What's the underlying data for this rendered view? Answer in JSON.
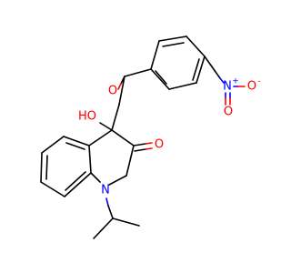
{
  "molecule": {
    "atoms": {
      "carbonyl_o": "O",
      "nitro_n": "N",
      "nitro_n_charge": "+",
      "nitro_o_top": "O",
      "nitro_o_top_charge": "-",
      "nitro_o_bottom": "O",
      "hydroxyl": "HO",
      "lactam_o": "O",
      "ring_n": "N"
    },
    "colors": {
      "carbon": "#000000",
      "oxygen": "#ff0000",
      "nitrogen": "#0000ff",
      "background": "#ffffff"
    }
  }
}
